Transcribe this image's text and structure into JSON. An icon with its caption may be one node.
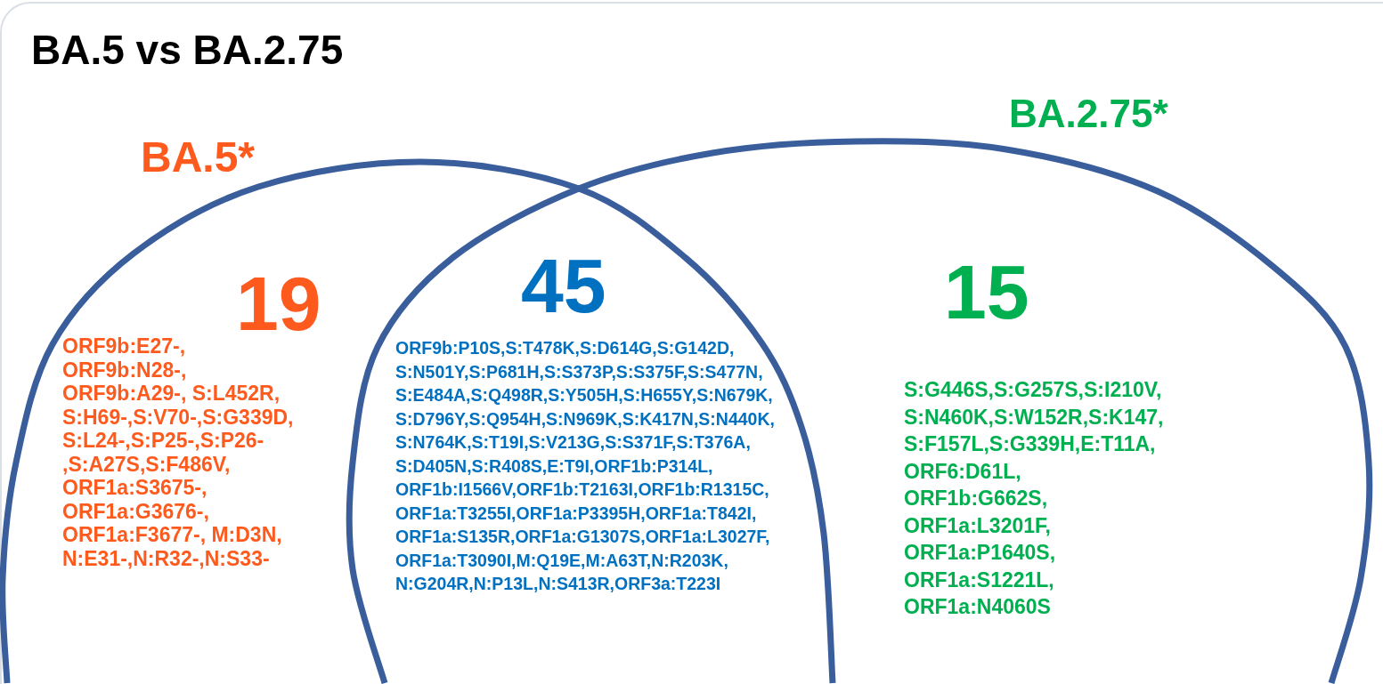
{
  "diagram": {
    "title": "BA.5 vs BA.2.75",
    "nodes": [
      {
        "text": [
          "BA.5*",
          "19",
          "ORF9b:E27-, ORF9b:N28-, ORF9b:A29-, S:L452R, S:H69-,S:V70-,S:G339D, S:L24-,S:P25-,S:P26- ,S:A27S,S:F486V, ORF1a:S3675-, ORF1a:G3676-, ORF1a:F3677-, M:D3N, N:E31-,N:R32-,N:S33-"
        ]
      },
      {
        "text": [
          "BA.2.75*",
          "15",
          "S:G446S,S:G257S,S:I210V, S:N460K,S:W152R,S:K147, S:F157L,S:G339H,E:T11A, ORF6:D61L, ORF1b:G662S, ORF1a:L3201F, ORF1a:P1640S, ORF1a:S1221L, ORF1a:N4060S"
        ]
      }
    ],
    "labels": [
      "45",
      "ORF9b:P10S,S:T478K,S:D614G,S:G142D, S:N501Y,S:P681H,S:S373P,S:S375F,S:S477N, S:E484A,S:Q498R,S:Y505H,S:H655Y,S:N679K, S:D796Y,S:Q954H,S:N969K,S:K417N,S:N440K, S:N764K,S:T19I,S:V213G,S:S371F,S:T376A, S:D405N,S:R408S,E:T9I,ORF1b:P314L, ORF1b:I1566V,ORF1b:T2163I,ORF1b:R1315C, ORF1a:T3255I,ORF1a:P3395H,ORF1a:T842I, ORF1a:S135R,ORF1a:G1307S,ORF1a:L3027F, ORF1a:T3090I,M:Q19E,M:A63T,N:R203K, N:G204R,N:P13L,N:S413R,ORF3a:T223I"
    ]
  }
}
